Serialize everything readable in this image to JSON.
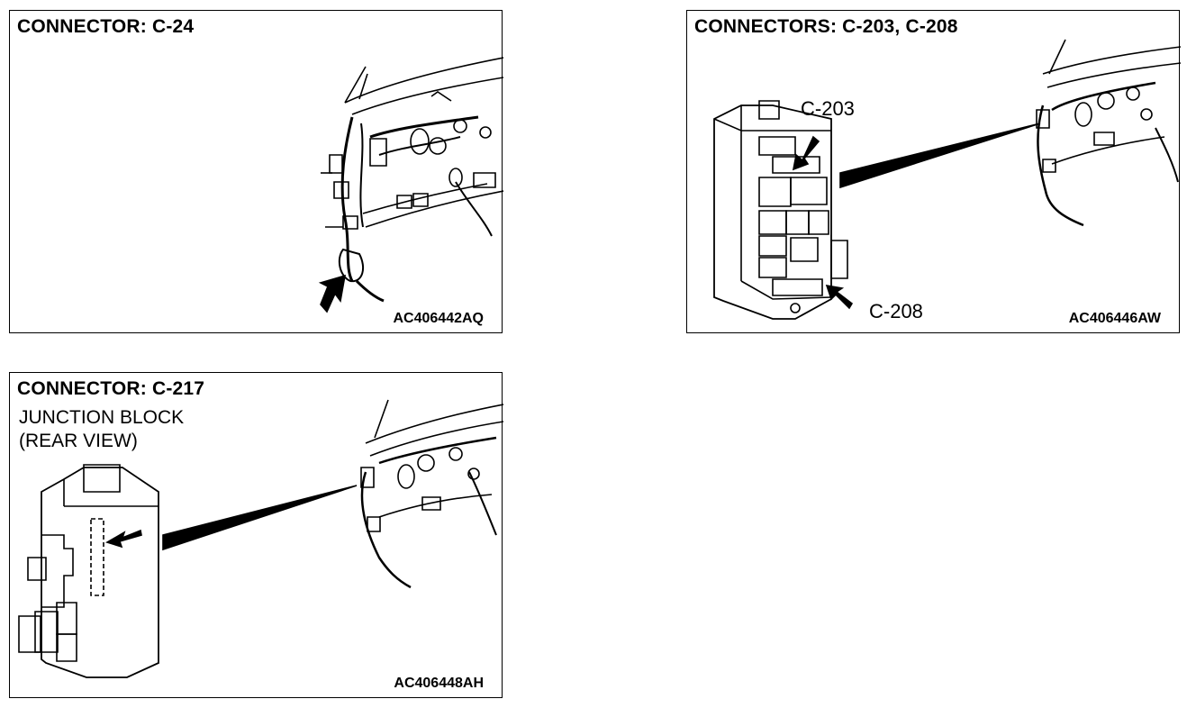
{
  "panels": [
    {
      "title": "CONNECTOR: C-24",
      "code": "AC406442AQ"
    },
    {
      "title": "CONNECTORS: C-203, C-208",
      "code": "AC406446AW",
      "callouts": [
        "C-203",
        "C-208"
      ]
    },
    {
      "title": "CONNECTOR: C-217",
      "code": "AC406448AH",
      "subtitle_lines": [
        "JUNCTION BLOCK",
        "(REAR VIEW)"
      ]
    }
  ]
}
